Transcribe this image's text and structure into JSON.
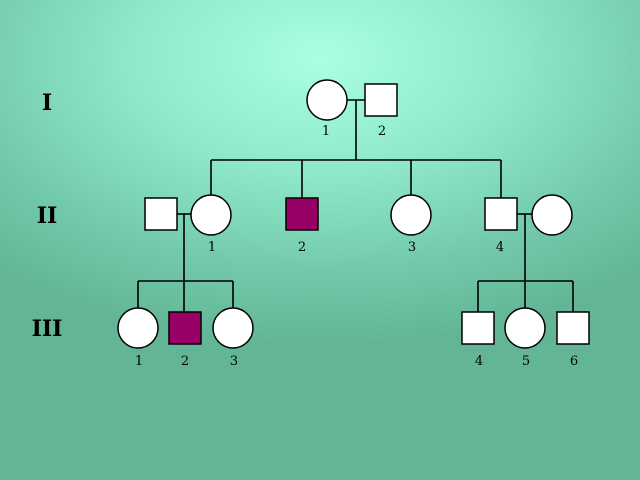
{
  "pedigree": {
    "colors": {
      "unaffected": "#ffffff",
      "affected": "#990066",
      "line": "#000000"
    },
    "generations": [
      {
        "label": "I"
      },
      {
        "label": "II"
      },
      {
        "label": "III"
      }
    ],
    "individuals": {
      "I_1": {
        "sex": "female",
        "affected": false,
        "number": "1"
      },
      "I_2": {
        "sex": "male",
        "affected": false,
        "number": "2"
      },
      "II_spouse_a": {
        "sex": "male",
        "affected": false,
        "number": ""
      },
      "II_1": {
        "sex": "female",
        "affected": false,
        "number": "1"
      },
      "II_2": {
        "sex": "male",
        "affected": true,
        "number": "2"
      },
      "II_3": {
        "sex": "female",
        "affected": false,
        "number": "3"
      },
      "II_4": {
        "sex": "male",
        "affected": false,
        "number": "4"
      },
      "II_spouse_b": {
        "sex": "female",
        "affected": false,
        "number": ""
      },
      "III_1": {
        "sex": "female",
        "affected": false,
        "number": "1"
      },
      "III_2": {
        "sex": "male",
        "affected": true,
        "number": "2"
      },
      "III_3": {
        "sex": "female",
        "affected": false,
        "number": "3"
      },
      "III_4": {
        "sex": "male",
        "affected": false,
        "number": "4"
      },
      "III_5": {
        "sex": "female",
        "affected": false,
        "number": "5"
      },
      "III_6": {
        "sex": "male",
        "affected": false,
        "number": "6"
      }
    }
  }
}
